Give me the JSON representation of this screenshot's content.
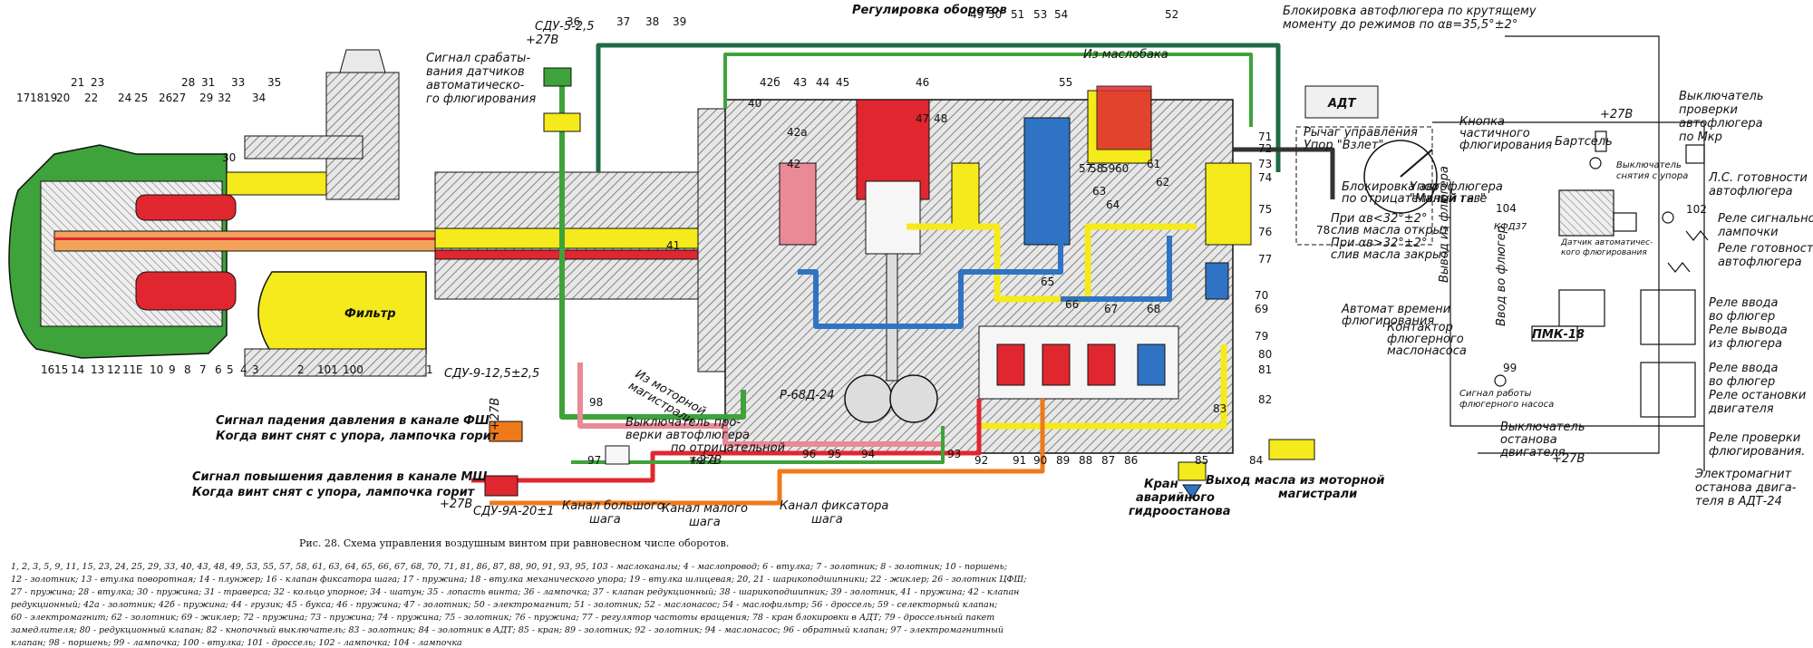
{
  "caption": "Рис. 28. Схема управления воздушным винтом при равновесном числе оборотов.",
  "legend_lines": [
    "1, 2, 3, 5, 9, 11, 15, 23, 24, 25, 29, 33, 40, 43, 48, 49, 53, 55, 57, 58, 61, 63, 64, 65, 66, 67, 68, 70, 71, 81, 86, 87, 88, 90, 91, 93, 95, 103 - маслоканалы; 4 - маслопровод; 6 - втулка; 7 - золотник; 8 - золотник; 10 - поршень;",
    "12 - золотник; 13 - втулка поворотная; 14 - плунжер; 16 - клапан фиксатора шага; 17 - пружина; 18 - втулка механического упора; 19 - втулка шлицевая; 20, 21 - шарикоподшипники; 22 - жиклер; 26 - золотник ЦФШ;",
    "27 - пружина; 28 - втулка; 30 - пружина; 31 - траверса; 32 - кольцо упорное; 34 - шатун; 35 - лопасть винта; 36 - лампочка; 37 - клапан редукционный; 38 - шарикоподшипник; 39 - золотник, 41 - пружина; 42 - клапан",
    "редукционный; 42а - золотник; 42б - пружина; 44 - грузик; 45 - букса; 46 - пружина; 47 - золотник; 50 - электромагнит; 51 - золотник; 52 - маслонасос; 54 - маслофильтр; 56 - дроссель; 59 - селекторный клапан;",
    "60 - электромагнит; 62 - золотник; 69 - жиклер; 72 - пружина; 73 - пружина; 74 - пружина; 75 - золотник; 76 - пружина; 77 - регулятор частоты вращения; 78 - кран блокировки в АДТ; 79 - дроссельный пакет",
    "замедлителя; 80 - редукционный клапан; 82 - кнопочный выключатель; 83 - золотник; 84 - золотник в АДТ; 85 - кран; 89 - золотник; 92 - золотник; 94 - маслонасос; 96 - обратный клапан; 97 - электромагнитный",
    "клапан; 98 - поршень; 99 - лампочка; 100 - втулка; 101 - дроссель; 102 - лампочка; 104 - лампочка"
  ],
  "labels": {
    "regulirovka": "Регулировка оборотов",
    "sdu52": "СДУ-5-2,5",
    "plus27_top": "+27В",
    "signal_srab": [
      "Сигнал срабаты-",
      "вания датчиков",
      "автоматическо-",
      "го флюгирования"
    ],
    "iz_maslobaka": "Из маслобака",
    "blokirovka_top": [
      "Блокировка автофлюгера по крутящему",
      "моменту до режимов по αв=35,5°±2°"
    ],
    "adt": "АДТ",
    "rychag": [
      "Рычаг управления",
      "Упор \"Взлет\""
    ],
    "upor_mg": [
      "Упор",
      "\"Малый газ\""
    ],
    "knopka": [
      "Кнопка",
      "частичного",
      "флюгирования"
    ],
    "plus27_r": "+27В",
    "bartsel": "Бартсель",
    "vykl_snyatiya": [
      "Выключатель",
      "снятия с упора"
    ],
    "vykl_proverki": [
      "Выключатель",
      "проверки",
      "автофлюгера",
      "по Мкр"
    ],
    "filtr": "Фильтр",
    "blokirovka_otr": [
      "Блокировка автофлюгера",
      "по отрицательной тяге"
    ],
    "pri_open": [
      "При αв<32°±2°",
      "слив масла открыт"
    ],
    "pri_closed": [
      "При αв>32°±2°",
      "слив масла закрыт"
    ],
    "kfd": "КФД37",
    "datchik": [
      "Датчик автоматичес-",
      "кого флюгирования"
    ],
    "ls_gotov": [
      "Л.С. готовности",
      "автофлюгера"
    ],
    "rele_signal": [
      "Реле сигнальной",
      "лампочки"
    ],
    "rele_gotov": [
      "Реле готовности",
      "автофлюгера"
    ],
    "rele_vvoda": [
      "Реле ввода",
      "во флюгер"
    ],
    "rele_vyvoda": [
      "Реле вывода",
      "из флюгера"
    ],
    "rele_vvoda2": [
      "Реле ввода",
      "во флюгер"
    ],
    "rele_ostanovki": [
      "Реле остановки",
      "двигателя"
    ],
    "rele_proverki": [
      "Реле проверки",
      "флюгирования."
    ],
    "elektromagnit": [
      "Электромагнит",
      "останова двига-",
      "теля в АДТ-24"
    ],
    "pmk": "ПМК-18",
    "avtomat_vremeni": [
      "Автомат времени",
      "флюгирования"
    ],
    "kontaktor": [
      "Контактор",
      "флюгерного",
      "маслонасоса"
    ],
    "vyvod_iz": "Вывод из флюгера",
    "vvod_vo": "Ввод во флюгер",
    "signal_raboty": [
      "Сигнал работы",
      "флюгерного насоса"
    ],
    "vykl_ostanova": [
      "Выключатель",
      "останова",
      "двигателя"
    ],
    "plus27_br": "+27В",
    "sdu9": "СДУ-9-12,5±2,5",
    "plus27_mid": "+27В",
    "signal_padeniya": [
      "Сигнал падения давления в канале ФШ",
      "Когда винт снят с упора, лампочка горит"
    ],
    "signal_povysheniya": [
      "Сигнал повышения давления в канале МШ",
      "Когда винт снят с упора, лампочка горит"
    ],
    "plus27_b": "+27В",
    "sdu9a": "СДУ-9А-20±1",
    "kanal_bolshogo": [
      "Канал большого",
      "шага"
    ],
    "kanal_malogo": [
      "Канал малого",
      "шага"
    ],
    "kanal_fiksatora": [
      "Канал фиксатора",
      "шага"
    ],
    "vykl_otr": [
      "Выключатель про-",
      "верки автофлюгера",
      "по отрицательной",
      "тяге"
    ],
    "plus27_c": "+27В",
    "iz_motornoi": [
      "Из моторной",
      "магистрали"
    ],
    "kran": [
      "Кран",
      "аварийного",
      "гидроостанова"
    ],
    "vyhod_masla": [
      "Выход масла из моторной",
      "магистрали"
    ],
    "r68": "Р-68Д-24"
  },
  "numbers_top": [
    "17",
    "18",
    "19",
    "20",
    "21",
    "22",
    "23",
    "24",
    "25",
    "26",
    "27",
    "28",
    "29",
    "30",
    "31",
    "32",
    "33",
    "34",
    "35",
    "36",
    "37",
    "38",
    "39",
    "40",
    "42б",
    "43",
    "44",
    "45",
    "46",
    "47",
    "48",
    "49",
    "50",
    "51",
    "53",
    "54",
    "55",
    "52",
    "57",
    "58",
    "59",
    "60",
    "61",
    "62",
    "63",
    "64",
    "71",
    "72",
    "73",
    "74",
    "75",
    "76",
    "77",
    "42а",
    "42",
    "65",
    "66",
    "67",
    "68",
    "69",
    "70",
    "78",
    "104",
    "102"
  ],
  "numbers_bottom": [
    "16",
    "15",
    "14",
    "13",
    "12",
    "11",
    "Е",
    "10",
    "9",
    "8",
    "7",
    "6",
    "5",
    "4",
    "3",
    "2",
    "101",
    "100",
    "1",
    "98",
    "97",
    "96",
    "95",
    "94",
    "93",
    "92",
    "91",
    "90",
    "89",
    "88",
    "87",
    "86",
    "85",
    "84",
    "83",
    "82",
    "81",
    "80",
    "79",
    "41",
    "99"
  ],
  "colors": {
    "green": "#3ea33a",
    "yellow": "#f4ea1c",
    "red": "#e0262f",
    "pink": "#e98a96",
    "blue": "#2f74c4",
    "orange": "#ef7a1c",
    "darkgreen": "#1f6b45",
    "hatch": "#555555"
  }
}
